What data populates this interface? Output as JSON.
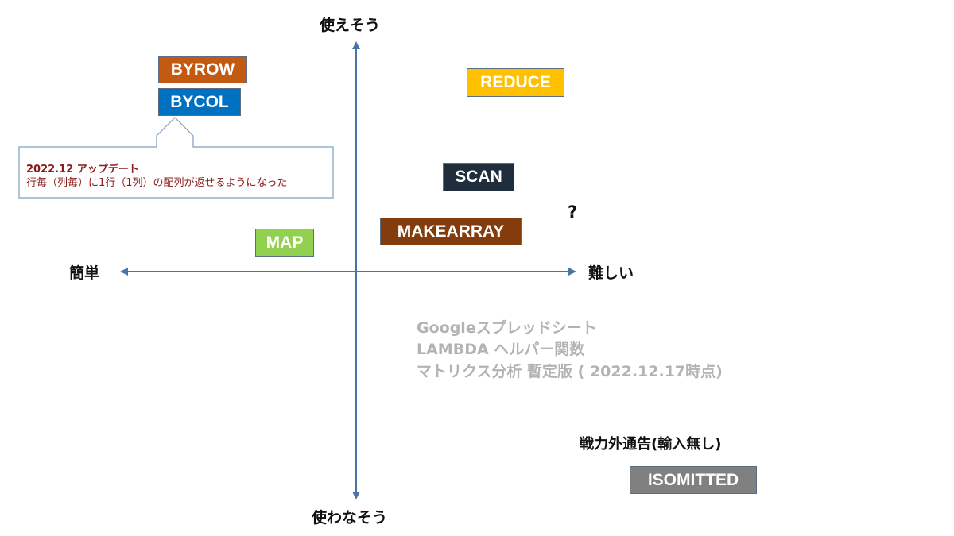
{
  "axes": {
    "top": "使えそう",
    "bottom": "使わなそう",
    "left": "簡単",
    "right": "難しい"
  },
  "functions": [
    {
      "id": "byrow",
      "label": "BYROW",
      "bg": "#c45911",
      "fg": "#ffffff"
    },
    {
      "id": "bycol",
      "label": "BYCOL",
      "bg": "#0070c0",
      "fg": "#ffffff"
    },
    {
      "id": "reduce",
      "label": "REDUCE",
      "bg": "#ffc000",
      "fg": "#ffffff"
    },
    {
      "id": "scan",
      "label": "SCAN",
      "bg": "#1f2d3d",
      "fg": "#ffffff"
    },
    {
      "id": "makearray",
      "label": "MAKEARRAY",
      "bg": "#843c0c",
      "fg": "#ffffff"
    },
    {
      "id": "map",
      "label": "MAP",
      "bg": "#92d050",
      "fg": "#ffffff"
    },
    {
      "id": "isomitted",
      "label": "ISOMITTED",
      "bg": "#808080",
      "fg": "#ffffff"
    }
  ],
  "callout": {
    "title": "2022.12 アップデート",
    "body": "行毎（列毎）に1行（1列）の配列が返せるようになった"
  },
  "question_mark": "?",
  "note": {
    "line1": "Googleスプレッドシート",
    "line2": "LAMBDA ヘルパー関数",
    "line3": "マトリクス分析 暫定版 ( 2022.12.17時点)"
  },
  "out_of_power_label": "戦力外通告(輸入無し)",
  "colors": {
    "axis": "#4a74a8",
    "callout_border": "#7f9fbf",
    "callout_text": "#8b1a1a",
    "note_text": "#b3b3b3"
  }
}
